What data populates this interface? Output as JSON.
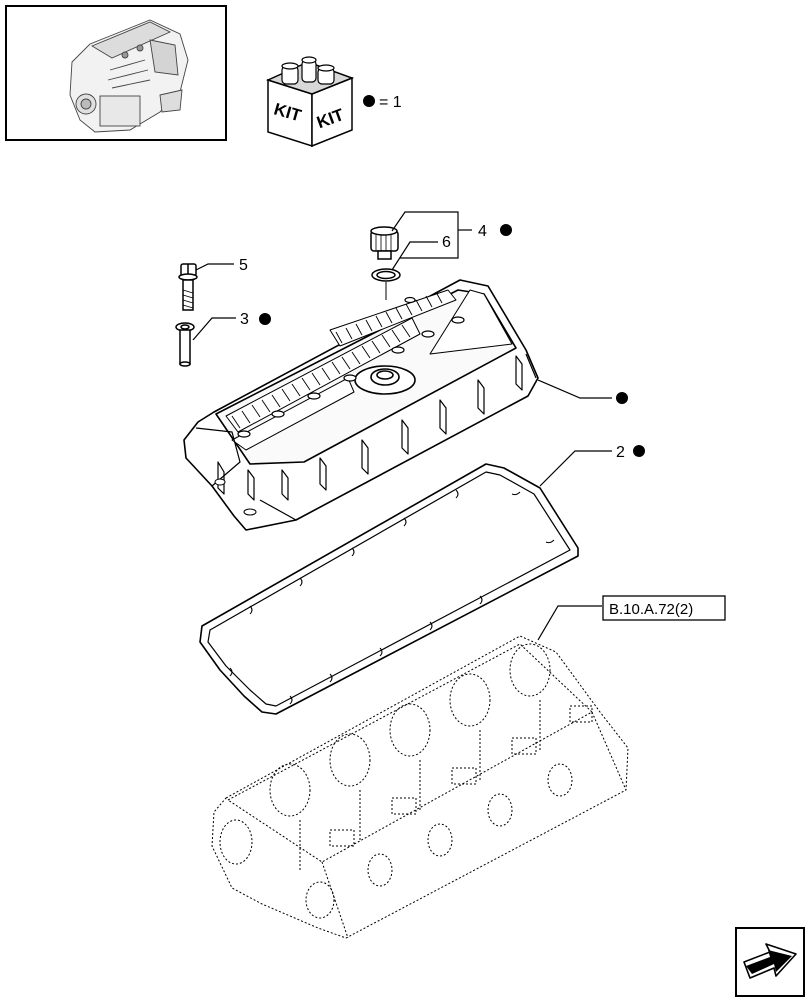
{
  "kit_legend": {
    "kit_face_left": "KIT",
    "kit_face_right": "KIT",
    "equals_text": "= 1"
  },
  "callouts": [
    {
      "id": "item-5",
      "label": "5",
      "kit_marker": false
    },
    {
      "id": "item-3",
      "label": "3",
      "kit_marker": true
    },
    {
      "id": "item-4",
      "label": "4",
      "kit_marker": true
    },
    {
      "id": "item-6",
      "label": "6",
      "kit_marker": false
    },
    {
      "id": "item-cover",
      "label": "",
      "kit_marker": true
    },
    {
      "id": "item-2",
      "label": "2",
      "kit_marker": true
    }
  ],
  "reference": {
    "label": "B.10.A.72(2)"
  },
  "colors": {
    "line": "#000000",
    "background": "#ffffff",
    "marker": "#000000"
  },
  "icons": {
    "thumbnail": "engine-thumbnail-icon",
    "kit_box": "kit-box-icon",
    "navigation": "next-page-arrow-icon"
  }
}
